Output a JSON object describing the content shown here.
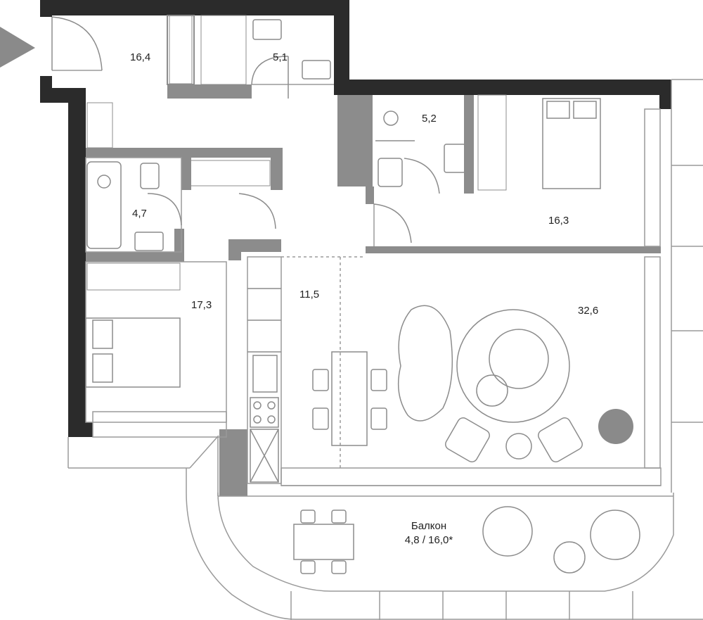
{
  "rooms": {
    "hall": "16,4",
    "wc": "5,1",
    "bathroom_master": "5,2",
    "bedroom_master": "16,3",
    "bathroom": "4,7",
    "bedroom": "17,3",
    "kitchen": "11,5",
    "living": "32,6"
  },
  "balcony": {
    "label": "Балкон",
    "area": "4,8 / 16,0*"
  },
  "colors": {
    "wall": "#2b2b2b",
    "partition": "#8c8c8c",
    "line": "#9a9a9a",
    "furniture": "#c8c8c8",
    "accent": "#8a8a8a"
  },
  "icons": [
    "entrance-arrow-icon",
    "sink-icon",
    "toilet-icon",
    "bathtub-icon",
    "stove-icon",
    "bed-icon",
    "armchair-icon",
    "plant-icon"
  ]
}
